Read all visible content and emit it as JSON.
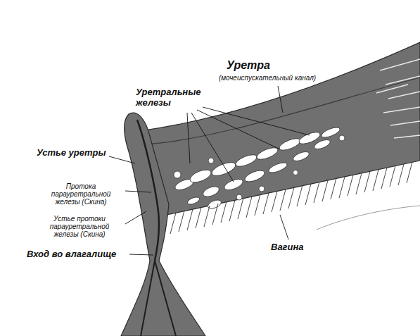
{
  "diagram": {
    "labels": [
      "Уретра",
      "(мочеиспускательный канал)",
      "Уретральные железы",
      "Устье уретры",
      "Протока парауретральной железы (Скина)",
      "Устье протоки парауретральной железы (Скина)",
      "Вход во влагалище",
      "Вагина"
    ]
  }
}
